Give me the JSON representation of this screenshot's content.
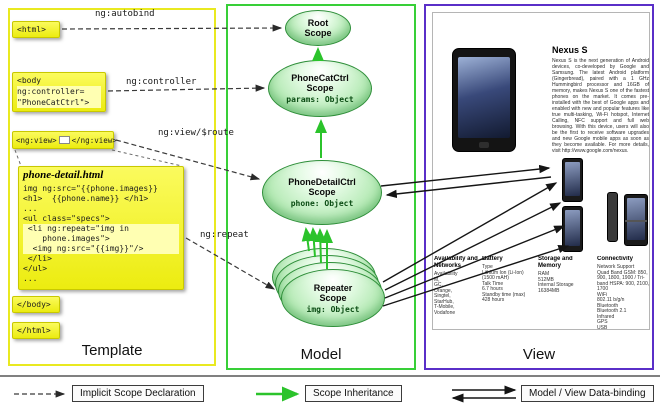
{
  "columns": {
    "template_label": "Template",
    "model_label": "Model",
    "view_label": "View"
  },
  "template": {
    "html_open": "<html>",
    "autobind_label": "ng:autobind",
    "body_lines": [
      "<body",
      "ng:controller=",
      "\"PhoneCatCtrl\">"
    ],
    "controller_label": "ng:controller",
    "ngview_open": "<ng:view>",
    "ngview_close": "</ng:view>",
    "view_route_label": "ng:view/$route",
    "detail_file": {
      "title": "phone-detail.html",
      "lines": [
        "img ng:src=\"{{phone.images}}",
        "<h1>  {{phone.name}} </h1>",
        "...",
        "<ul class=\"specs\">",
        " <li ng:repeat=\"img in",
        "    phone.images\">",
        "  <img ng:src=\"{{img}}\"/>",
        " </li>",
        "</ul>",
        "..."
      ]
    },
    "repeat_label": "ng:repeat",
    "body_close": "</body>",
    "html_close": "</html>"
  },
  "model": {
    "root_scope": {
      "name_line1": "Root",
      "name_line2": "Scope"
    },
    "phonecat_scope": {
      "name_line1": "PhoneCatCtrl",
      "name_line2": "Scope",
      "binding": "params: Object"
    },
    "phonedetail_scope": {
      "name_line1": "PhoneDetailCtrl",
      "name_line2": "Scope",
      "binding": "phone: Object"
    },
    "repeater_scope": {
      "name_line1": "Repeater",
      "name_line2": "Scope",
      "binding": "img: Object"
    }
  },
  "view": {
    "product_title": "Nexus S",
    "description": "Nexus S is the next generation of Android devices, co-developed by Google and Samsung. The latest Android platform (Gingerbread), paired with a 1 GHz Hummingbird processor and 16GB of memory, makes Nexus S one of the fastest phones on the market. It comes pre-installed with the best of Google apps and enabled with new and popular features like true multi-tasking, Wi-Fi hotspot, Internet Calling, NFC support and full web browsing. With this device, users will also be the first to receive software upgrades and new Google mobile apps as soon as they become available. For more details, visit http://www.google.com/nexus.",
    "specs": [
      {
        "header": "Availability and Networks",
        "items": [
          "Availability",
          "M,",
          "GC,",
          "Orange,",
          "Singtel,",
          "StarHub,",
          "T-Mobile,",
          "Vodafone"
        ]
      },
      {
        "header": "Battery",
        "items": [
          "Type",
          "Lithium Ion (Li-Ion) (1500 mAH)",
          "Talk Time",
          "6.7 hours",
          "Standby time (max)",
          "428 hours"
        ]
      },
      {
        "header": "Storage and Memory",
        "items": [
          "RAM",
          "512MB",
          "Internal Storage",
          "16384MB"
        ]
      },
      {
        "header": "Connectivity",
        "items": [
          "Network Support",
          "Quad Band GSM: 850, 900, 1800, 1900 / Tri-band HSPA: 900, 2100, 1700",
          "WiFi",
          "802.11 b/g/n",
          "Bluetooth",
          "Bluetooth 2.1",
          "Infrared",
          "GPS",
          "USB"
        ]
      }
    ]
  },
  "legend": {
    "implicit": "Implicit Scope Declaration",
    "inheritance": "Scope Inheritance",
    "databinding": "Model / View Data-binding"
  }
}
